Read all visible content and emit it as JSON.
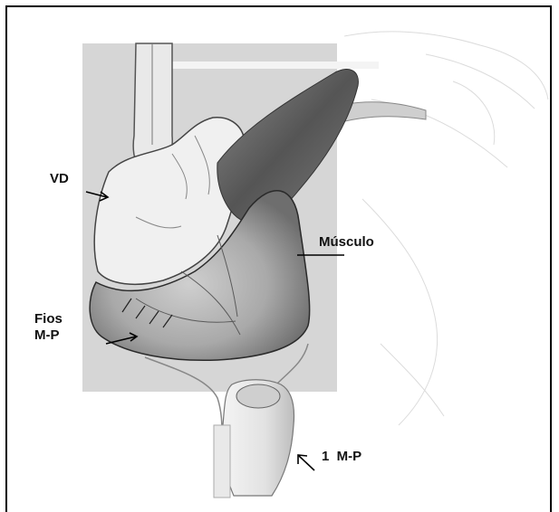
{
  "figure": {
    "labels": {
      "vd": "VD",
      "musculo": "Músculo",
      "fios_line1": "Fios",
      "fios_line2": "M-P",
      "mp": "1  M-P"
    }
  }
}
